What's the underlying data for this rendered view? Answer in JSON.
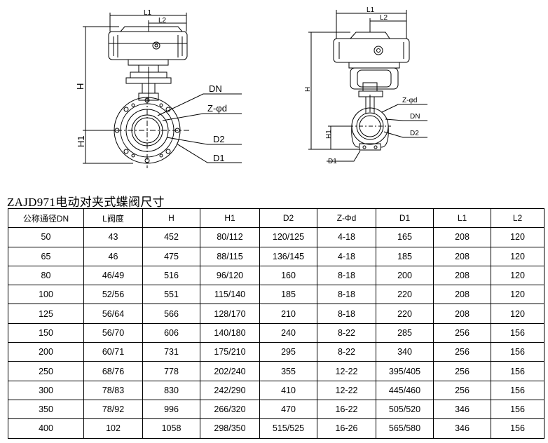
{
  "drawing_labels": {
    "left": {
      "l1": "L1",
      "l2": "L2",
      "h": "H",
      "h1": "H1",
      "dn": "DN",
      "z": "Z-φd",
      "d2": "D2",
      "d1": "D1"
    },
    "right": {
      "l1": "L1",
      "l2": "L2",
      "h": "H",
      "h1": "H1",
      "z": "Z-φd",
      "dn": "DN",
      "d2": "D2",
      "d1": "D1"
    }
  },
  "table": {
    "title": "ZAJD971电动对夹式蝶阀尺寸",
    "headers": [
      "公称通径DN",
      "L阀度",
      "H",
      "H1",
      "D2",
      "Z-Φd",
      "D1",
      "L1",
      "L2"
    ],
    "rows": [
      [
        "50",
        "43",
        "452",
        "80/112",
        "120/125",
        "4-18",
        "165",
        "208",
        "120"
      ],
      [
        "65",
        "46",
        "475",
        "88/115",
        "136/145",
        "4-18",
        "185",
        "208",
        "120"
      ],
      [
        "80",
        "46/49",
        "516",
        "96/120",
        "160",
        "8-18",
        "200",
        "208",
        "120"
      ],
      [
        "100",
        "52/56",
        "551",
        "115/140",
        "185",
        "8-18",
        "220",
        "208",
        "120"
      ],
      [
        "125",
        "56/64",
        "566",
        "128/170",
        "210",
        "8-18",
        "220",
        "208",
        "120"
      ],
      [
        "150",
        "56/70",
        "606",
        "140/180",
        "240",
        "8-22",
        "285",
        "256",
        "156"
      ],
      [
        "200",
        "60/71",
        "731",
        "175/210",
        "295",
        "8-22",
        "340",
        "256",
        "156"
      ],
      [
        "250",
        "68/76",
        "778",
        "202/240",
        "355",
        "12-22",
        "395/405",
        "256",
        "156"
      ],
      [
        "300",
        "78/83",
        "830",
        "242/290",
        "410",
        "12-22",
        "445/460",
        "256",
        "156"
      ],
      [
        "350",
        "78/92",
        "996",
        "266/320",
        "470",
        "16-22",
        "505/520",
        "346",
        "156"
      ],
      [
        "400",
        "102",
        "1058",
        "298/350",
        "515/525",
        "16-26",
        "565/580",
        "346",
        "156"
      ]
    ]
  }
}
